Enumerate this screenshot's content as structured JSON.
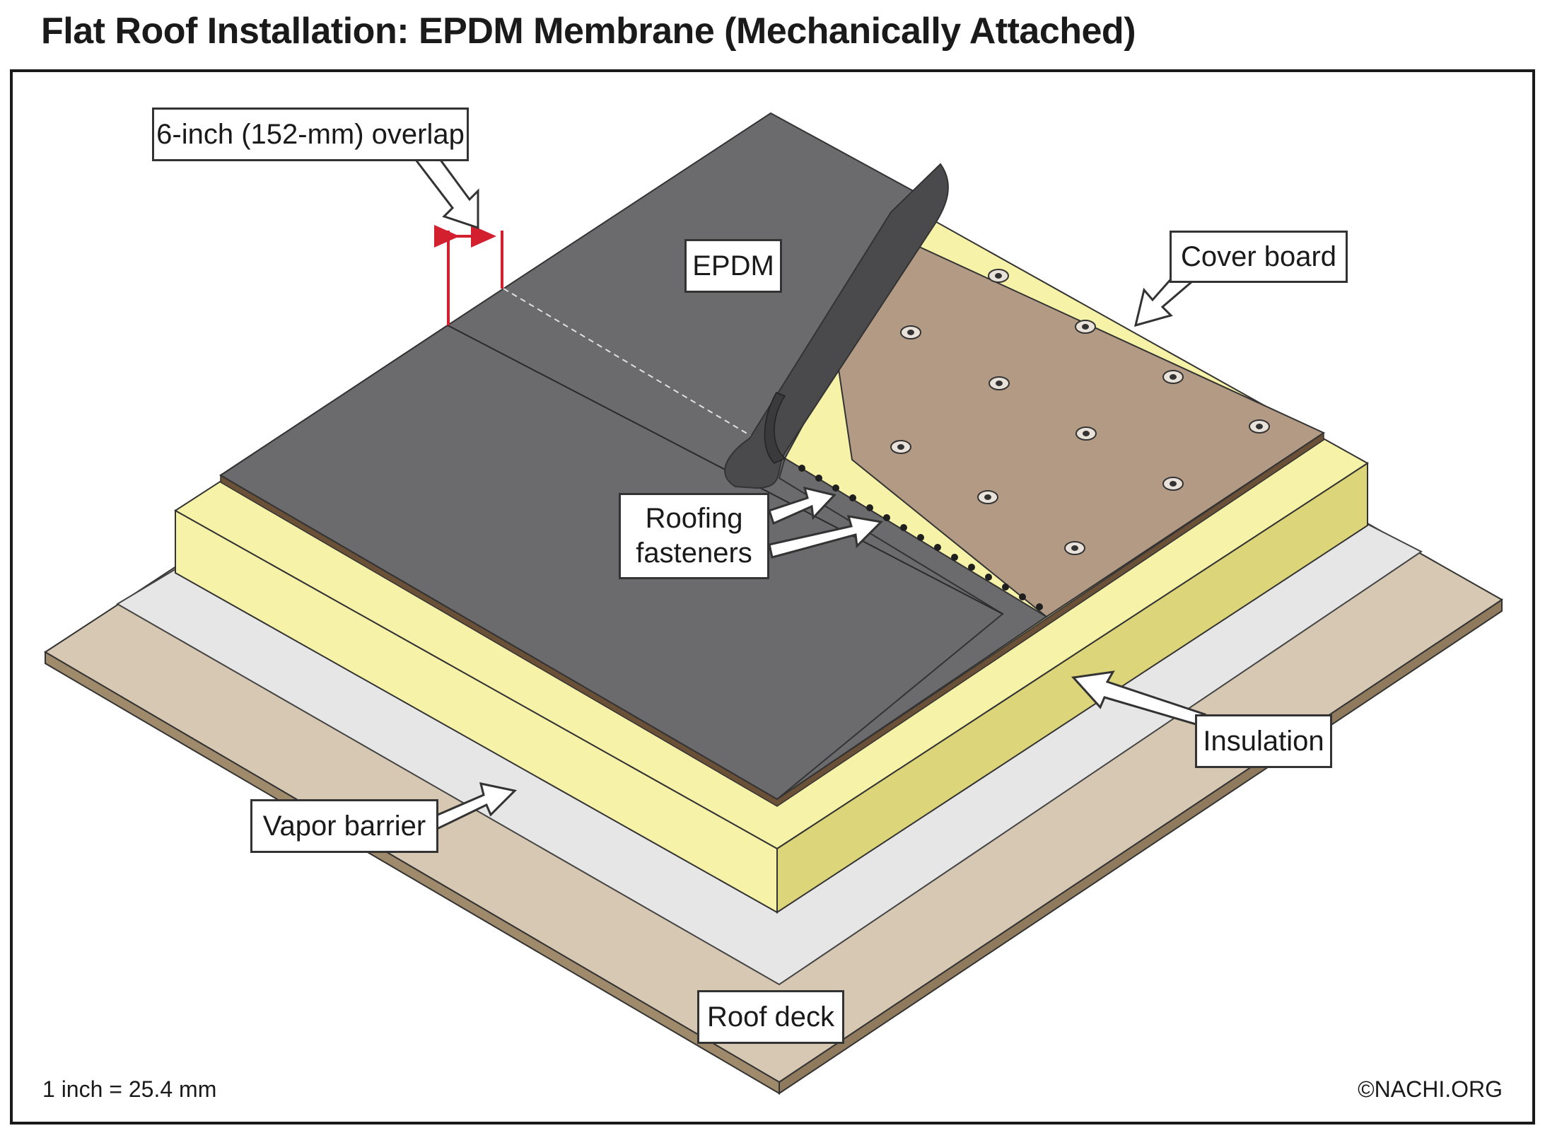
{
  "title": "Flat Roof Installation: EPDM Membrane (Mechanically Attached)",
  "labels": {
    "overlap": "6-inch (152-mm) overlap",
    "epdm": "EPDM",
    "cover_board": "Cover board",
    "roofing_fasteners_line1": "Roofing",
    "roofing_fasteners_line2": "fasteners",
    "insulation": "Insulation",
    "vapor_barrier": "Vapor barrier",
    "roof_deck": "Roof deck"
  },
  "footer": {
    "scale_note": "1 inch = 25.4 mm",
    "copyright": "©NACHI.ORG"
  },
  "colors": {
    "epdm": "#6b6b6d",
    "epdm_dark": "#4a4a4c",
    "cover_board": "#b39a84",
    "insulation_top": "#f6f2a8",
    "insulation_side": "#ddd57a",
    "vapor_barrier": "#e6e6e6",
    "roof_deck": "#d6c8b2",
    "roof_deck_edge": "#a08a6c",
    "dimension": "#d3202f"
  }
}
